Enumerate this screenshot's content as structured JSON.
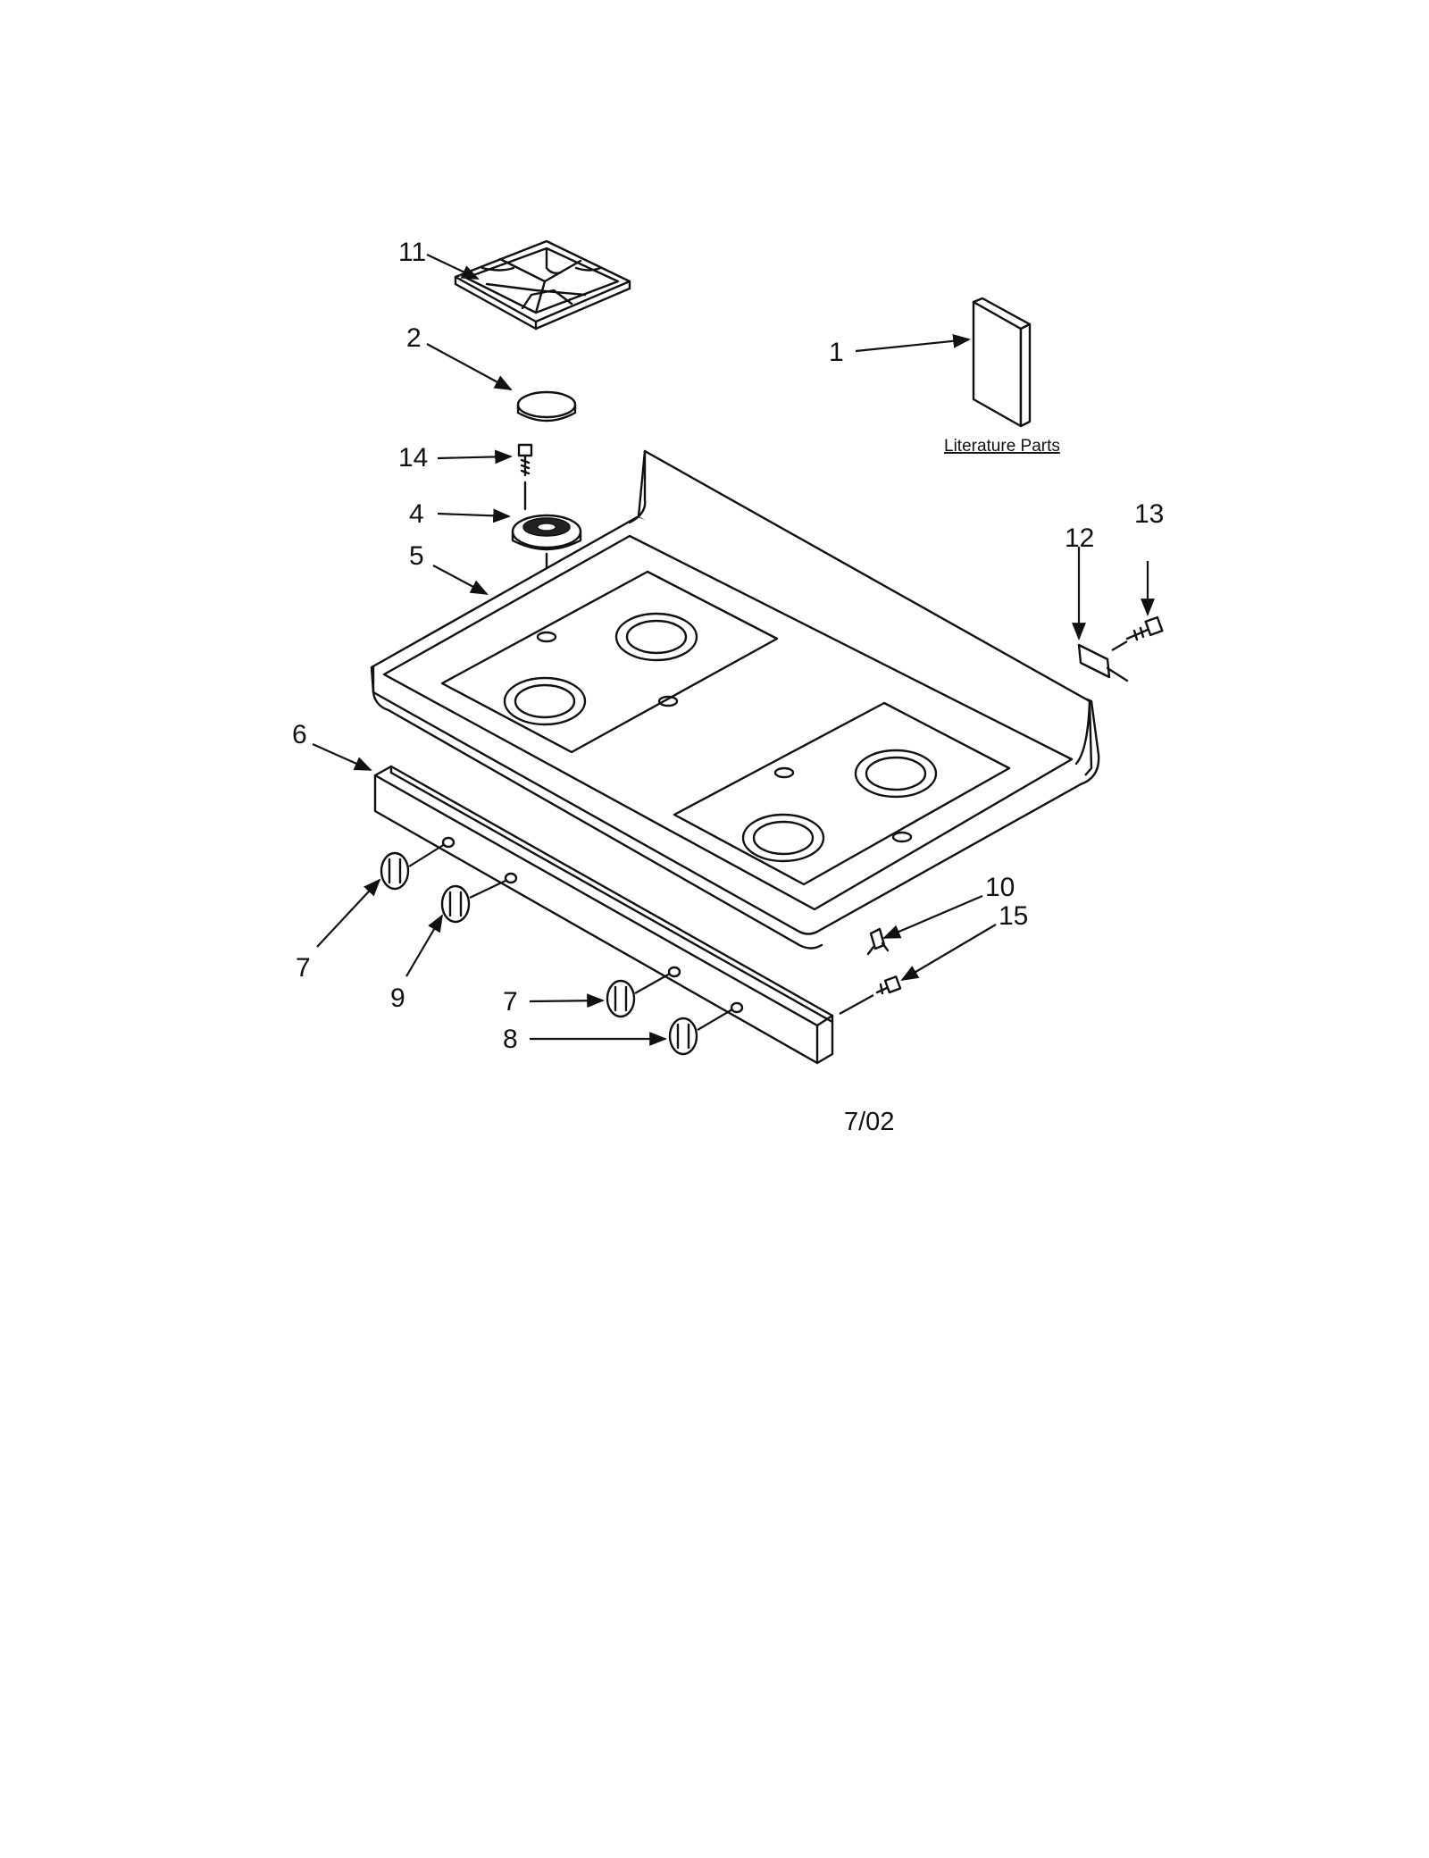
{
  "diagram": {
    "callouts": [
      {
        "id": "c11",
        "label": "11"
      },
      {
        "id": "c2",
        "label": "2"
      },
      {
        "id": "c1",
        "label": "1"
      },
      {
        "id": "c14",
        "label": "14"
      },
      {
        "id": "c4",
        "label": "4"
      },
      {
        "id": "c5",
        "label": "5"
      },
      {
        "id": "c13",
        "label": "13"
      },
      {
        "id": "c12",
        "label": "12"
      },
      {
        "id": "c6",
        "label": "6"
      },
      {
        "id": "c10",
        "label": "10"
      },
      {
        "id": "c15",
        "label": "15"
      },
      {
        "id": "c7a",
        "label": "7"
      },
      {
        "id": "c9",
        "label": "9"
      },
      {
        "id": "c7b",
        "label": "7"
      },
      {
        "id": "c8",
        "label": "8"
      }
    ],
    "literature_label": "Literature Parts",
    "date_code": "7/02"
  }
}
